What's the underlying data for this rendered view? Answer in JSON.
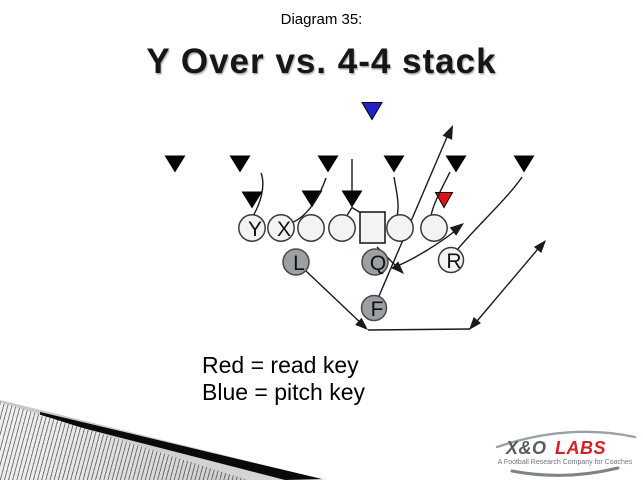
{
  "slide": {
    "kicker": "Diagram 35:",
    "title": "Y Over vs. 4-4 stack"
  },
  "diagram": {
    "offense_line_labels": [
      "Y",
      "X"
    ],
    "backfield_labels": {
      "left": "L",
      "quarterback": "Q",
      "right": "R",
      "fullback": "F"
    },
    "defense": {
      "deep_defender_count": 1,
      "second_level_triangle_count": 6,
      "line_level_triangle_count": 4,
      "defender_color": "#000000",
      "read_key_color": "#e31219",
      "pitch_key_color": "#2022cc"
    }
  },
  "legend": {
    "read": "Red = read key",
    "pitch": "Blue = pitch key"
  },
  "logo": {
    "name": "X&O",
    "labs": "LABS",
    "tagline": "A Football Research Company for Coaches"
  }
}
